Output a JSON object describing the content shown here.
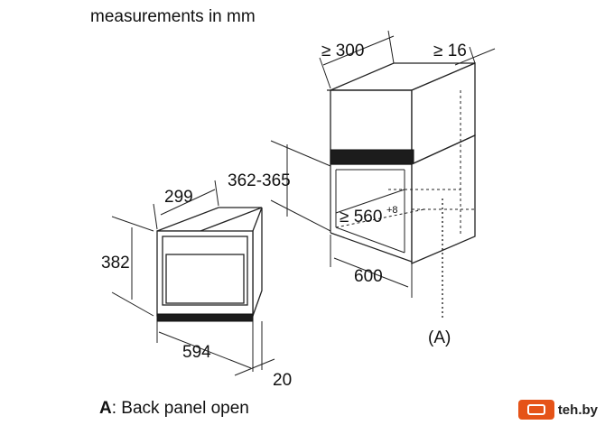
{
  "title": "measurements in mm",
  "cabinet": {
    "depth_min": "≥ 300",
    "gap_min": "≥ 16",
    "opening_height": "362-365",
    "opening_width": "≥ 560",
    "opening_width_tol": "+8",
    "cabinet_depth": "600",
    "marker": "(A)"
  },
  "appliance": {
    "depth": "299",
    "height": "382",
    "width": "594",
    "front_depth": "20"
  },
  "legend": {
    "key": "A",
    "text": ": Back panel open"
  },
  "watermark": {
    "brand": "teh.by",
    "color": "#e55318"
  }
}
